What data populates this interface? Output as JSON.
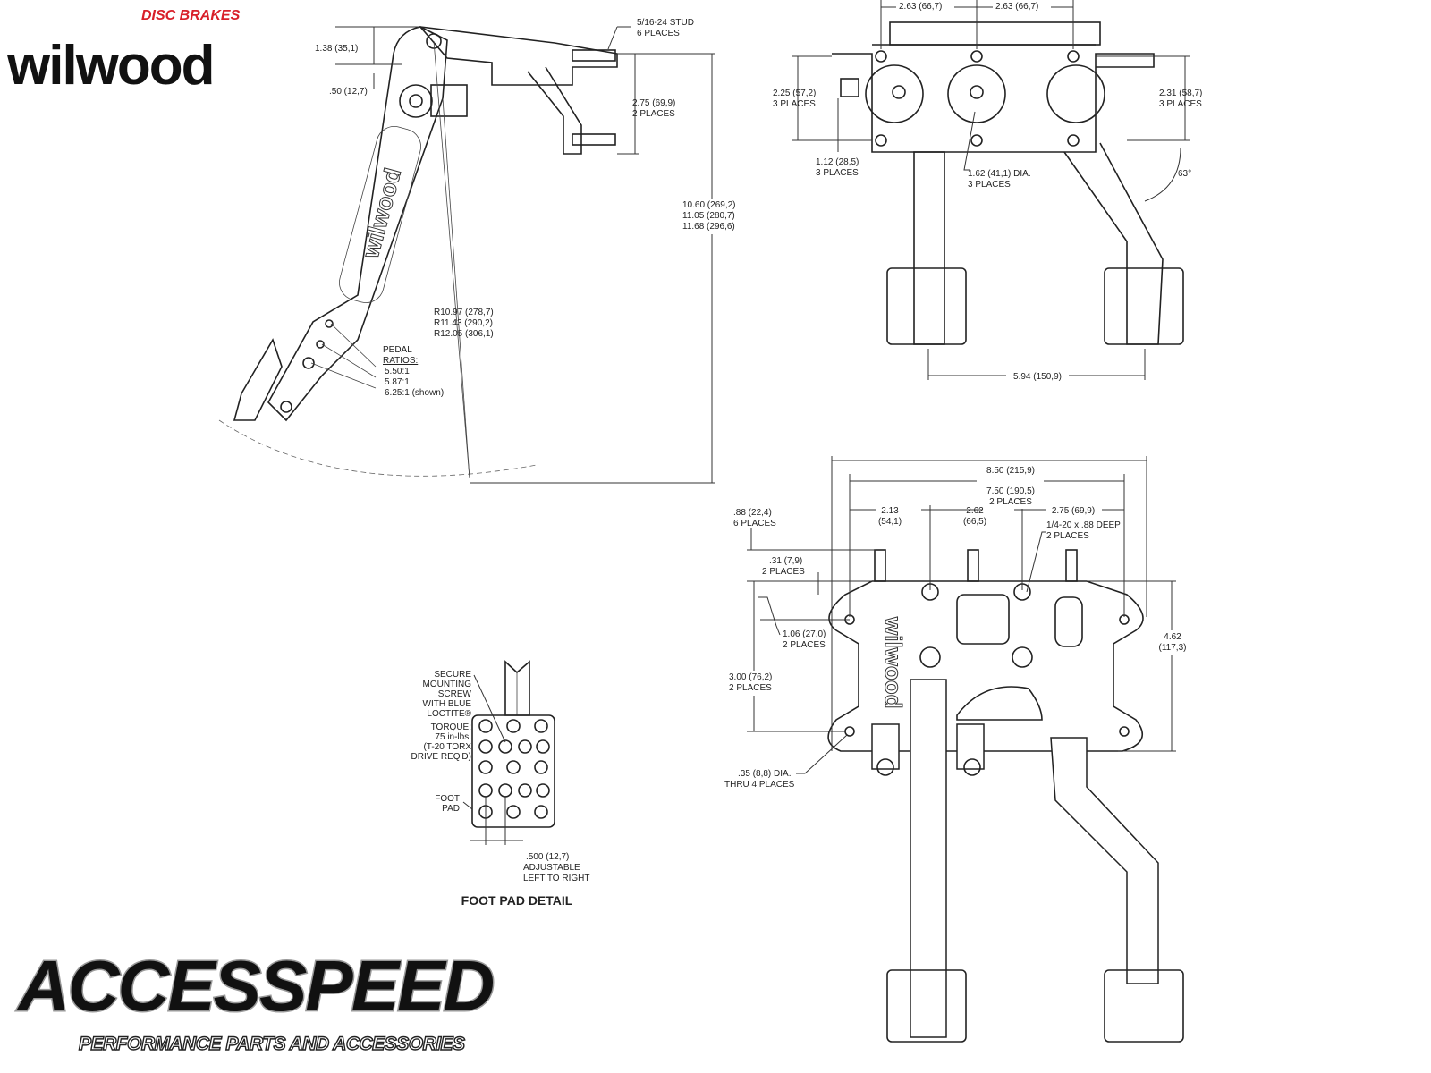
{
  "brand": {
    "name": "wilwood",
    "tagline": "DISC BRAKES",
    "accent": "#d8202a"
  },
  "dealer": {
    "name": "ACCESSPEED",
    "tagline": "PERFORMANCE PARTS AND ACCESSORIES"
  },
  "side_view": {
    "stud": [
      "5/16-24 STUD",
      "6 PLACES"
    ],
    "dim_138": "1.38 (35,1)",
    "dim_50": ".50 (12,7)",
    "dim_275": [
      "2.75 (69,9)",
      "2 PLACES"
    ],
    "height": [
      "10.60 (269,2)",
      "11.05 (280,7)",
      "11.68 (296,6)"
    ],
    "radius": [
      "R10.97 (278,7)",
      "R11.43 (290,2)",
      "R12.05 (306,1)"
    ],
    "ratios_title": [
      "PEDAL",
      "RATIOS:"
    ],
    "ratios": [
      "5.50:1",
      "5.87:1",
      "6.25:1 (shown)"
    ]
  },
  "front_view": {
    "spacing_left": "2.63 (66,7)",
    "spacing_right": "2.63 (66,7)",
    "left_height": [
      "2.25 (57,2)",
      "3 PLACES"
    ],
    "right_height": [
      "2.31 (58,7)",
      "3 PLACES"
    ],
    "offset": [
      "1.12 (28,5)",
      "3 PLACES"
    ],
    "bore": [
      "1.62 (41,1) DIA.",
      "3 PLACES"
    ],
    "angle": "63°",
    "pad_spacing": "5.94 (150,9)"
  },
  "top_view": {
    "overall_width": "8.50 (215,9)",
    "hole_width": [
      "7.50 (190,5)",
      "2 PLACES"
    ],
    "d213": [
      "2.13",
      "(54,1)"
    ],
    "d262": [
      "2.62",
      "(66,5)"
    ],
    "d275": "2.75 (69,9)",
    "thread": [
      "1/4-20 x .88 DEEP",
      "2 PLACES"
    ],
    "stud_len": [
      ".88 (22,4)",
      "6 PLACES"
    ],
    "d31": [
      ".31 (7,9)",
      "2 PLACES"
    ],
    "d106": [
      "1.06 (27,0)",
      "2 PLACES"
    ],
    "d300": [
      "3.00 (76,2)",
      "2 PLACES"
    ],
    "depth": [
      "4.62",
      "(117,3)"
    ],
    "holes": [
      ".35 (8,8) DIA.",
      "THRU 4 PLACES"
    ]
  },
  "foot_pad_detail": {
    "screw_note": [
      "SECURE",
      "MOUNTING",
      "SCREW",
      "WITH BLUE",
      "LOCTITE®"
    ],
    "torque_note": [
      "TORQUE:",
      "75 in-lbs.",
      "(T-20 TORX",
      "DRIVE REQ'D)"
    ],
    "pad_label": [
      "FOOT",
      "PAD"
    ],
    "adjust": [
      ".500 (12,7)",
      "ADJUSTABLE",
      "LEFT TO RIGHT"
    ],
    "title": "FOOT PAD DETAIL"
  }
}
